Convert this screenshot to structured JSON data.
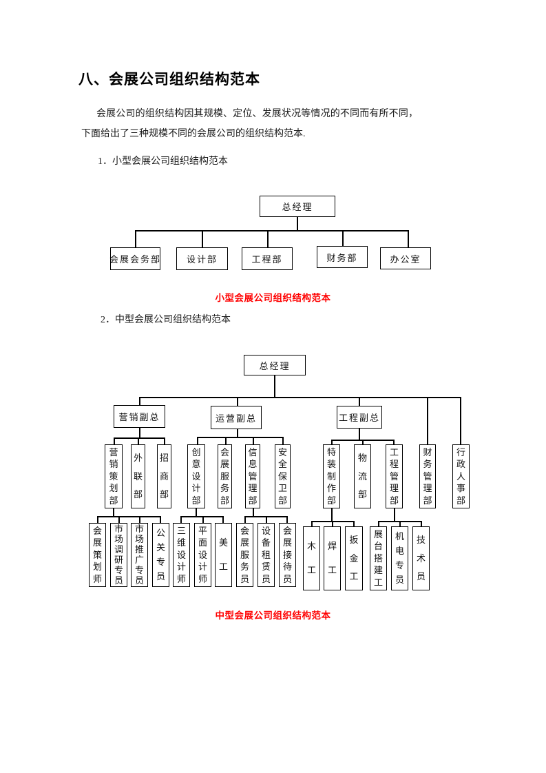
{
  "document": {
    "heading": "八、会展公司组织结构范本",
    "intro": "会展公司的组织结构因其规模、定位、发展状况等情况的不同而有所不同，下面给出了三种规模不同的会展公司的组织结构范本.",
    "item_small": "1．小型会展公司组织结构范本",
    "item_medium": "2．中型会展公司组织结构范本",
    "caption_small": "小型会展公司组织结构范本",
    "caption_medium": "中型会展公司组织结构范本",
    "caption_color": "#ff0000"
  },
  "chart_small": {
    "type": "org-chart",
    "title": "小型会展公司组织结构范本",
    "root": "总经理",
    "departments": [
      "会展会务部",
      "设计部",
      "工程部",
      "财务部",
      "办公室"
    ]
  },
  "chart_medium": {
    "type": "org-chart",
    "title": "中型会展公司组织结构范本",
    "root": "总经理",
    "vice": [
      "营销副总",
      "运营副总",
      "工程副总"
    ],
    "departments": [
      {
        "label": "营销策划部",
        "parent": "营销副总",
        "children": [
          "会展策划师",
          "市场调研专员",
          "市场推广专员",
          "公关专员"
        ]
      },
      {
        "label": "外联部",
        "parent": "营销副总",
        "children": []
      },
      {
        "label": "招商部",
        "parent": "营销副总",
        "children": []
      },
      {
        "label": "创意设计部",
        "parent": "运营副总",
        "children": [
          "三维设计师",
          "平面设计师",
          "美工"
        ]
      },
      {
        "label": "会展服务部",
        "parent": "运营副总",
        "children": []
      },
      {
        "label": "信息管理部",
        "parent": "运营副总",
        "children": [
          "会展服务员",
          "设备租赁员",
          "会展接待员"
        ]
      },
      {
        "label": "安全保卫部",
        "parent": "运营副总",
        "children": []
      },
      {
        "label": "特装制作部",
        "parent": "工程副总",
        "children": [
          "木工",
          "焊工",
          "扳金工"
        ]
      },
      {
        "label": "物流部",
        "parent": "工程副总",
        "children": []
      },
      {
        "label": "工程管理部",
        "parent": "工程副总",
        "children": [
          "展台搭建工",
          "机电专员",
          "技术员"
        ]
      },
      {
        "label": "财务管理部",
        "parent": "总经理",
        "children": []
      },
      {
        "label": "行政人事部",
        "parent": "总经理",
        "children": []
      }
    ]
  }
}
